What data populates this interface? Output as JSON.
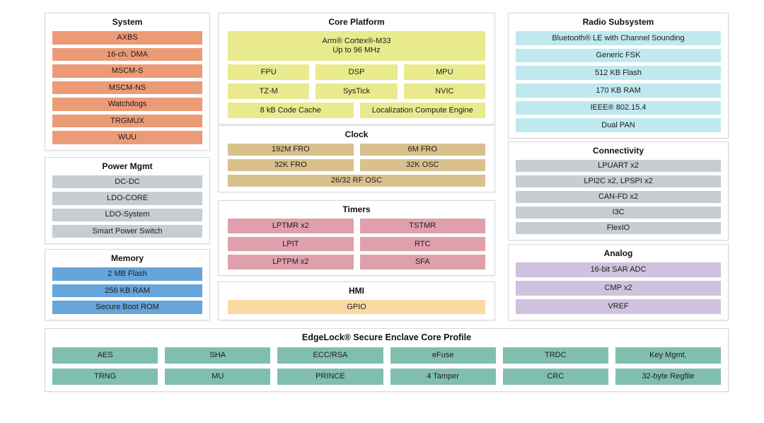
{
  "groups": {
    "system": {
      "title": "System",
      "color": "#EC9B77",
      "rows": [
        [
          "AXBS"
        ],
        [
          "16-ch. DMA"
        ],
        [
          "MSCM-S"
        ],
        [
          "MSCM-NS"
        ],
        [
          "Watchdogs"
        ],
        [
          "TRGMUX"
        ],
        [
          "WUU"
        ]
      ]
    },
    "power": {
      "title": "Power Mgmt",
      "color": "#C8CDD2",
      "rows": [
        [
          "DC-DC"
        ],
        [
          "LDO-CORE"
        ],
        [
          "LDO-System"
        ],
        [
          "Smart Power Switch"
        ]
      ]
    },
    "memory": {
      "title": "Memory",
      "color": "#66A4DA",
      "rows": [
        [
          "2 MB Flash"
        ],
        [
          "256 KB RAM"
        ],
        [
          "Secure Boot ROM"
        ]
      ]
    },
    "core": {
      "title": "Core Platform",
      "color": "#E8EA8D",
      "rows": [
        [
          "Arm® Cortex®-M33\nUp to 96 MHz"
        ],
        [
          "FPU",
          "DSP",
          "MPU"
        ],
        [
          "TZ-M",
          "SysTick",
          "NVIC"
        ],
        [
          "8 kB Code Cache",
          "Localization Compute Engine"
        ]
      ]
    },
    "clock": {
      "title": "Clock",
      "color": "#D8C18C",
      "rows": [
        [
          "192M FRO",
          "6M FRO"
        ],
        [
          "32K FRO",
          "32K OSC"
        ],
        [
          "26/32 RF OSC"
        ]
      ]
    },
    "timers": {
      "title": "Timers",
      "color": "#DFA0AC",
      "rows": [
        [
          "LPTMR x2",
          "TSTMR"
        ],
        [
          "LPIT",
          "RTC"
        ],
        [
          "LPTPM x2",
          "SFA"
        ]
      ]
    },
    "hmi": {
      "title": "HMI",
      "color": "#FBD9A2",
      "rows": [
        [
          "GPIO"
        ]
      ]
    },
    "radio": {
      "title": "Radio Subsystem",
      "color": "#BFE9EF",
      "rows": [
        [
          "Bluetooth® LE with Channel Sounding"
        ],
        [
          "Generic FSK"
        ],
        [
          "512 KB Flash"
        ],
        [
          "170 KB RAM"
        ],
        [
          "IEEE® 802.15.4"
        ],
        [
          "Dual PAN"
        ]
      ]
    },
    "connectivity": {
      "title": "Connectivity",
      "color": "#C8CDD2",
      "rows": [
        [
          "LPUART x2"
        ],
        [
          "LPI2C x2, LPSPI x2"
        ],
        [
          "CAN-FD x2"
        ],
        [
          "I3C"
        ],
        [
          "FlexIO"
        ]
      ]
    },
    "analog": {
      "title": "Analog",
      "color": "#CFC2DE",
      "rows": [
        [
          "16-bit SAR ADC"
        ],
        [
          "CMP x2"
        ],
        [
          "VREF"
        ]
      ]
    },
    "edgelock": {
      "title": "EdgeLock® Secure Enclave Core Profile",
      "color": "#80BFAF",
      "rows": [
        [
          "AES",
          "SHA",
          "ECC/RSA",
          "eFuse",
          "TRDC",
          "Key Mgmt."
        ],
        [
          "TRNG",
          "MU",
          "PRINCE",
          "4 Tamper",
          "CRC",
          "32-byte Regfile"
        ]
      ]
    }
  }
}
